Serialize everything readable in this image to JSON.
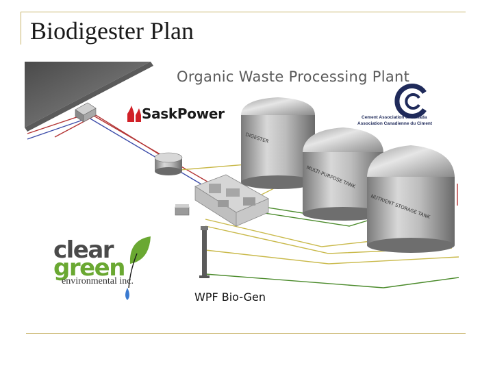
{
  "slide": {
    "title": "Biodigester Plan",
    "plant_label": "Organic Waste Processing Plant",
    "caption": "WPF Bio-Gen"
  },
  "logos": {
    "saskpower": "SaskPower",
    "cement_line1": "Cement Association of Canada",
    "cement_line2": "Association Canadienne du Ciment",
    "cleargreen_line1": "clear",
    "cleargreen_line2": "green",
    "cleargreen_line3": "environmental inc."
  },
  "tanks": {
    "digester": "DIGESTER",
    "multi_purpose": "MULTI-PURPOSE TANK",
    "nutrient": "NUTRIENT STORAGE TANK"
  },
  "colors": {
    "accent_line": "#c8b46a",
    "sask_red": "#d12027",
    "clear_green": "#6aa832",
    "cac_blue": "#1f2a5a",
    "pipe_red": "#b33434",
    "pipe_blue": "#3a4aa8",
    "pipe_green": "#4a8a2a",
    "pipe_yellow": "#c9b94a"
  }
}
